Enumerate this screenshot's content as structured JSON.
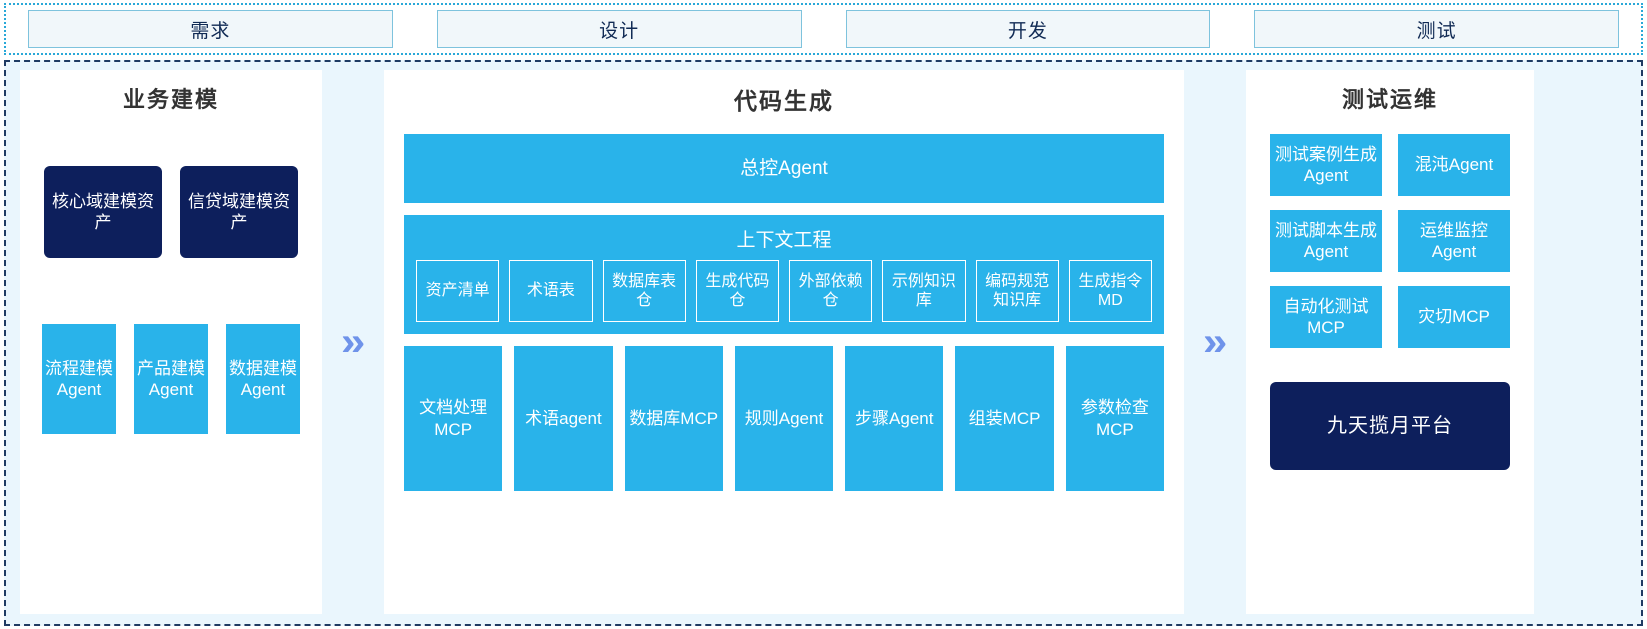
{
  "phases": {
    "tabs": [
      {
        "label": "需求"
      },
      {
        "label": "设计"
      },
      {
        "label": "开发"
      },
      {
        "label": "测试"
      }
    ]
  },
  "arrows": {
    "glyph": "»",
    "color": "#6f93ea"
  },
  "colors": {
    "cyan": "#29b3ea",
    "navy": "#0d1f5c",
    "panel_bg": "#ffffff",
    "area_bg": "#eaf6fd",
    "tab_bg": "#f1f7fa",
    "tab_border": "#7ec3dd",
    "strip_border": "#29a8d8",
    "area_border": "#1f3b63"
  },
  "left_panel": {
    "title": "业务建模",
    "assets": [
      {
        "label": "核心域建模资产"
      },
      {
        "label": "信贷域建模资产"
      }
    ],
    "agents": [
      {
        "label": "流程建模Agent"
      },
      {
        "label": "产品建模Agent"
      },
      {
        "label": "数据建模Agent"
      }
    ]
  },
  "center_panel": {
    "title": "代码生成",
    "master_agent": {
      "label": "总控Agent"
    },
    "context": {
      "title": "上下文工程",
      "items": [
        {
          "label": "资产清单"
        },
        {
          "label": "术语表"
        },
        {
          "label": "数据库表仓"
        },
        {
          "label": "生成代码仓"
        },
        {
          "label": "外部依赖仓"
        },
        {
          "label": "示例知识库"
        },
        {
          "label": "编码规范知识库"
        },
        {
          "label": "生成指令MD"
        }
      ]
    },
    "tools": [
      {
        "label": "文档处理MCP"
      },
      {
        "label": "术语agent"
      },
      {
        "label": "数据库MCP"
      },
      {
        "label": "规则Agent"
      },
      {
        "label": "步骤Agent"
      },
      {
        "label": "组装MCP"
      },
      {
        "label": "参数检查MCP"
      }
    ]
  },
  "right_panel": {
    "title": "测试运维",
    "agents": [
      {
        "label": "测试案例生成Agent"
      },
      {
        "label": "混沌Agent"
      },
      {
        "label": "测试脚本生成Agent"
      },
      {
        "label": "运维监控Agent"
      },
      {
        "label": "自动化测试MCP"
      },
      {
        "label": "灾切MCP"
      }
    ],
    "platform": {
      "label": "九天揽月平台"
    }
  }
}
